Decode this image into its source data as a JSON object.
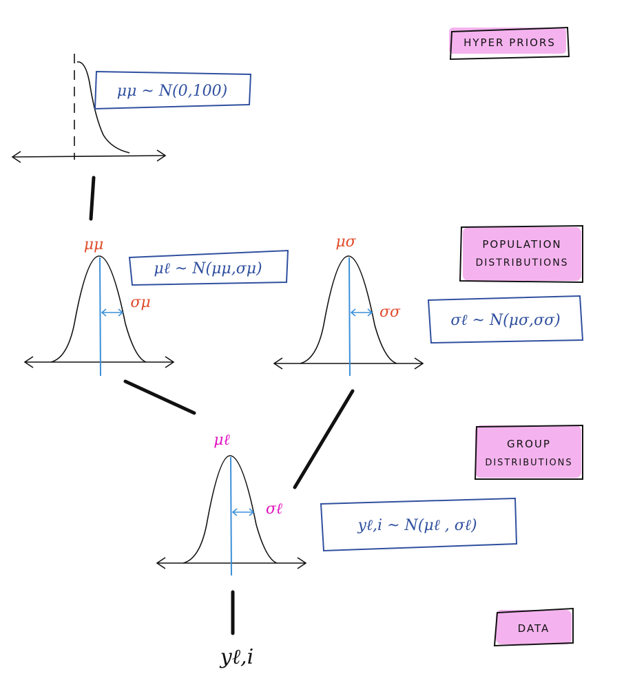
{
  "levels": {
    "hyper_priors": "HYPER PRIORS",
    "population_line1": "POPULATION",
    "population_line2": "DISTRIBUTIONS",
    "group_line1": "GROUP",
    "group_line2": "DISTRIBUTIONS",
    "data": "DATA"
  },
  "formulas": {
    "hyper_mu": "μμ ~ N(0,100)",
    "pop_mu": "μℓ ~ N(μμ,σμ)",
    "pop_sigma": "σℓ ~ N(μσ,σσ)",
    "group": "yℓ,i ~ N(μℓ , σℓ)"
  },
  "curve_labels": {
    "pop_mu_center": "μμ",
    "pop_mu_spread": "σμ",
    "pop_sigma_center": "μσ",
    "pop_sigma_spread": "σσ",
    "group_center": "μℓ",
    "group_spread": "σℓ"
  },
  "data_node": "yℓ,i",
  "colors": {
    "ink": "#111111",
    "formula_blue": "#2f4f9e",
    "axis_blue": "#3a8fd8",
    "label_red": "#e04a2a",
    "label_magenta": "#e010c0",
    "highlight": "#f4b3ee"
  }
}
